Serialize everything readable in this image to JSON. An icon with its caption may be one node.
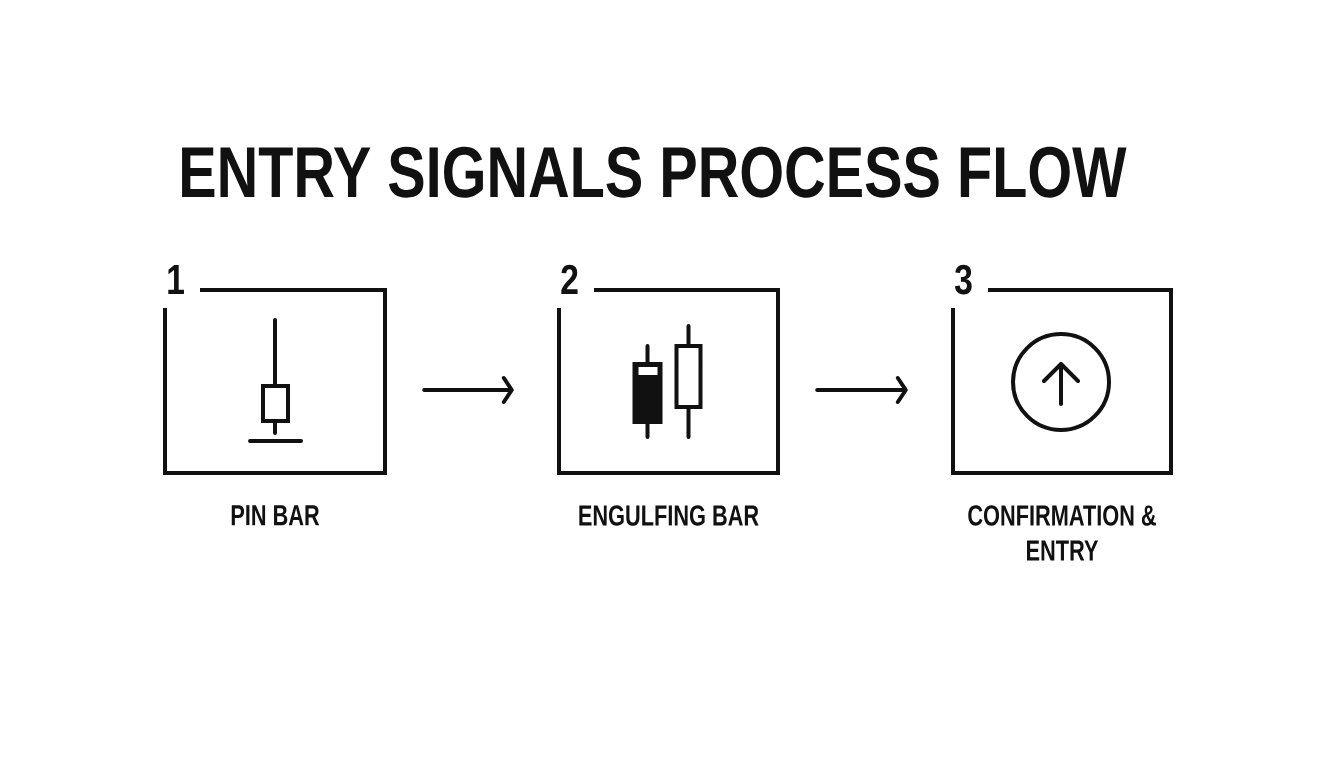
{
  "diagram": {
    "title": "ENTRY SIGNALS PROCESS FLOW",
    "nodes": [
      {
        "text": [
          "1"
        ],
        "beside": [
          "PIN BAR"
        ]
      },
      {
        "text": [
          "2"
        ],
        "beside": [
          "ENGULFING BAR"
        ]
      },
      {
        "text": [
          "3"
        ],
        "beside": [
          "CONFIRMATION & ENTRY"
        ]
      }
    ],
    "edges": [
      {
        "from": 0,
        "to": 1,
        "arrow": "to"
      },
      {
        "from": 1,
        "to": 2,
        "arrow": "to"
      }
    ]
  }
}
